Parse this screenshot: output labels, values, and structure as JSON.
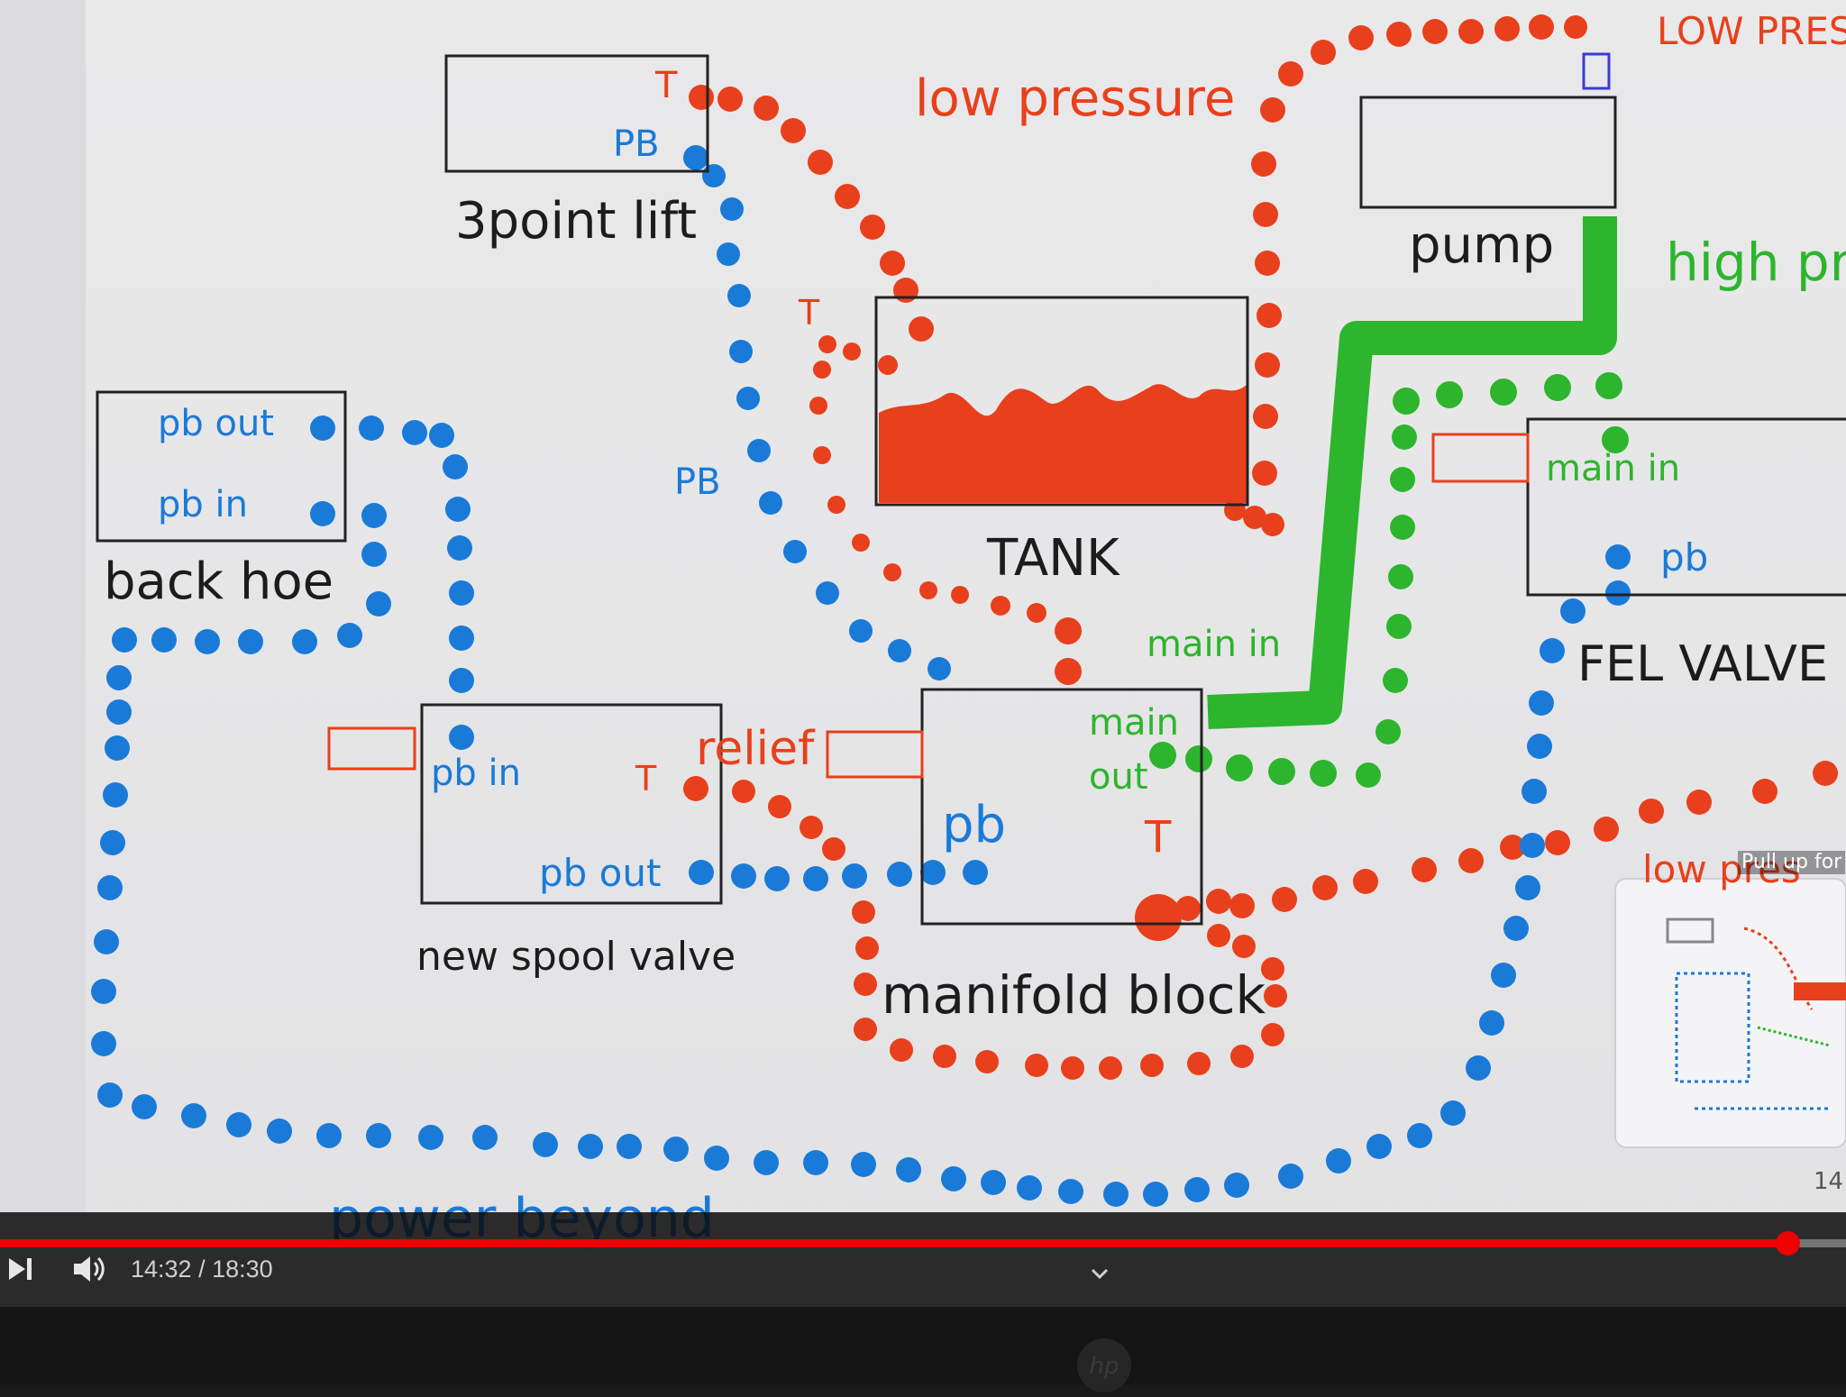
{
  "diagram": {
    "components": {
      "three_point_lift": {
        "name": "3point lift",
        "port_t": "T",
        "port_pb": "PB"
      },
      "back_hoe": {
        "name": "back hoe",
        "port_pb_out": "pb out",
        "port_pb_in": "pb in"
      },
      "tank": {
        "name": "TANK",
        "port_t": "T"
      },
      "pump": {
        "name": "pump"
      },
      "fel_valve": {
        "name": "FEL VALVE",
        "port_main_in": "main in",
        "port_pb": "pb"
      },
      "new_spool_valve": {
        "name": "new spool valve",
        "port_pb_in": "pb in",
        "port_t": "T",
        "port_pb_out": "pb out"
      },
      "manifold_block": {
        "name": "manifold block",
        "port_main": "main",
        "port_out": "out",
        "port_pb": "pb",
        "port_t": "T"
      }
    },
    "annotations": {
      "low_pressure": "low pressure",
      "low_pressure_top_right": "LOW PRES",
      "high_pressure": "high pr",
      "main_in_line": "main in",
      "relief": "relief",
      "pb_line": "PB",
      "power_beyond": "power beyond",
      "low_pressure_partial": "low pres"
    },
    "colors": {
      "low_pressure": "#e8401c",
      "power_beyond": "#1a7ad8",
      "high_pressure": "#2db52d"
    }
  },
  "player": {
    "current_time": "14:32",
    "duration": "18:30",
    "time_display": "14:32 / 18:30",
    "progress_fraction": 0.9685,
    "preview_text": "Pull up for",
    "preview_time": "14"
  }
}
